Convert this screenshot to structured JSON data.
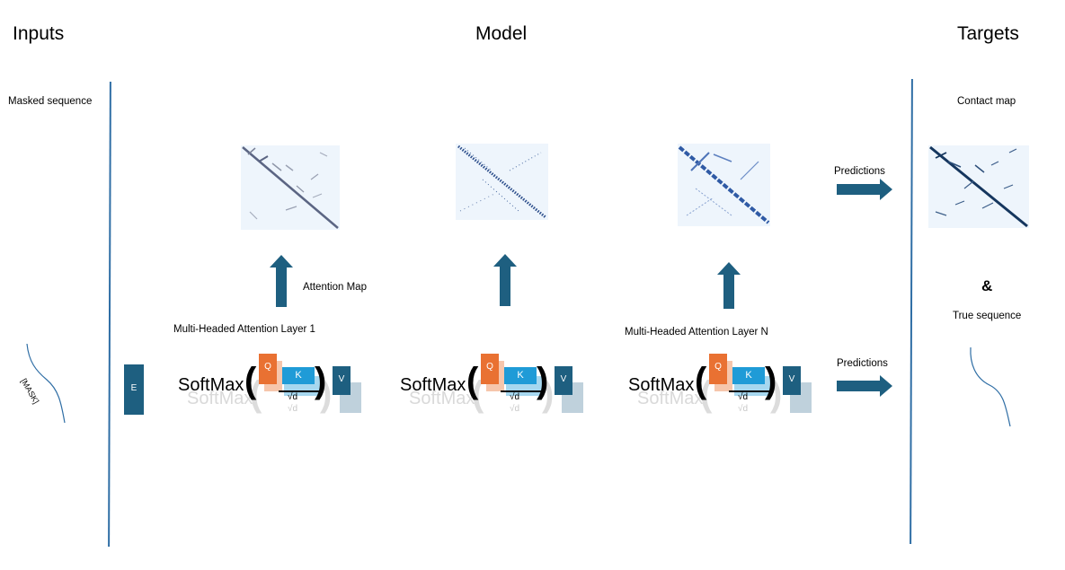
{
  "headings": {
    "inputs": "Inputs",
    "model": "Model",
    "targets": "Targets"
  },
  "inputs": {
    "masked_sequence_label": "Masked sequence",
    "mask_token": "[MASK]",
    "embedding_label": "E"
  },
  "model": {
    "attention_map_label": "Attention Map",
    "layer_first_label": "Multi-Headed Attention Layer 1",
    "layer_last_label": "Multi-Headed Attention Layer N",
    "softmax_text": "SoftMax",
    "q_label": "Q",
    "k_label": "K",
    "v_label": "V",
    "sqrt_label": "√d"
  },
  "targets": {
    "contact_map_label": "Contact map",
    "ampersand": "&",
    "true_sequence_label": "True sequence",
    "predictions_label": "Predictions"
  },
  "colors": {
    "arrow": "#1e5f80",
    "line": "#2f6ea5",
    "q": "#e97132",
    "k": "#1f9bd7",
    "v": "#1e5f80",
    "map_bg": "#eef5fc",
    "map_diag_1": "#5b6583",
    "map_diag_2": "#2a4c8a",
    "map_diag_3": "#2f5aa5",
    "target_diag": "#15365e"
  }
}
